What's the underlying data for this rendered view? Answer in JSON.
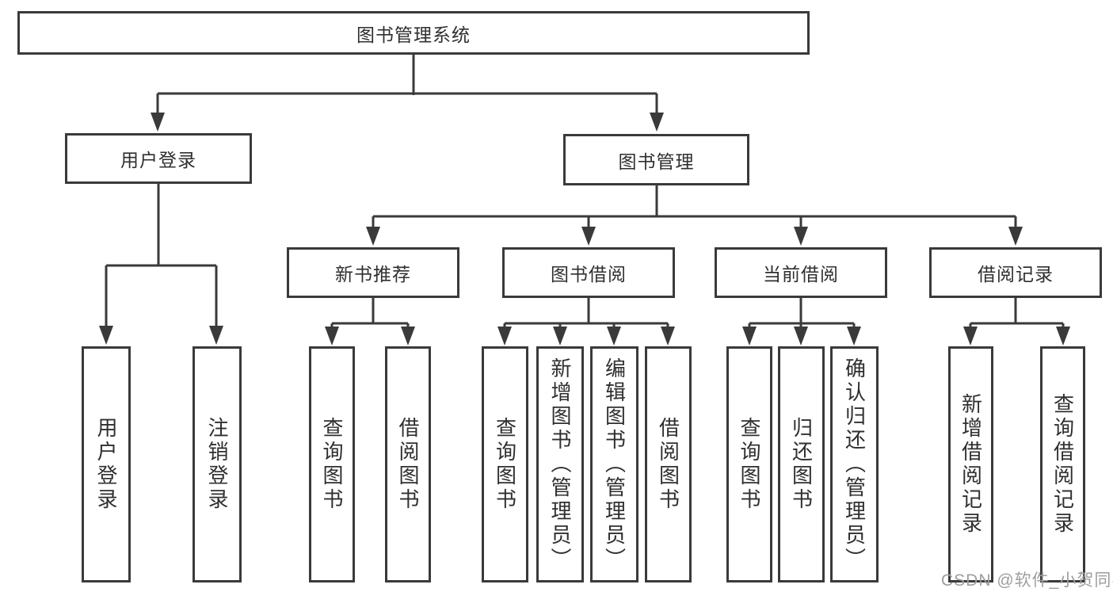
{
  "diagram": {
    "root": {
      "label": "图书管理系统"
    },
    "branches": [
      {
        "label": "用户登录",
        "children": [
          {
            "label": "用户登录"
          },
          {
            "label": "注销登录"
          }
        ]
      },
      {
        "label": "图书管理",
        "groups": [
          {
            "label": "新书推荐",
            "children": [
              {
                "label": "查询图书"
              },
              {
                "label": "借阅图书"
              }
            ]
          },
          {
            "label": "图书借阅",
            "children": [
              {
                "label": "查询图书"
              },
              {
                "label": "新增图书（管理员）"
              },
              {
                "label": "编辑图书（管理员）"
              },
              {
                "label": "借阅图书"
              }
            ]
          },
          {
            "label": "当前借阅",
            "children": [
              {
                "label": "查询图书"
              },
              {
                "label": "归还图书"
              },
              {
                "label": "确认归还（管理员）"
              }
            ]
          },
          {
            "label": "借阅记录",
            "children": [
              {
                "label": "新增借阅记录"
              },
              {
                "label": "查询借阅记录"
              }
            ]
          }
        ]
      }
    ]
  },
  "watermark": {
    "text": "CSDN @软件_小贺同学"
  },
  "colors": {
    "line": "#3a3a3a",
    "box_border": "#3a3a3a",
    "text": "#2f2f2f",
    "watermark": "#9e9e9e",
    "background": "#ffffff"
  }
}
